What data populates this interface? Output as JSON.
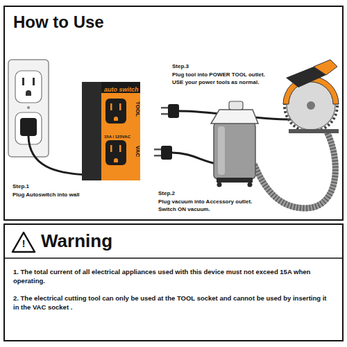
{
  "diagram": {
    "nodes": [
      {
        "text": [
          "How to Use"
        ]
      },
      {
        "text": [
          "auto switch",
          "TOOL",
          "15A / 125VAC",
          "VAC"
        ],
        "in": 0
      },
      {
        "text": [
          "Warning",
          "1. The total current of all electrical appliances used with this device must not exceed 15A when operating.",
          "2. The electrical cutting tool can only be used at the TOOL socket and cannot be used by inserting it in the VAC socket ."
        ]
      }
    ],
    "labels": [
      "Step.3",
      "Plug tool into POWER TOOL outlet. USE your power tools as normal.",
      "Step.1",
      "Plug Autoswitch into wall",
      "Step.2",
      "Plug vacuum into Accessory outlet. Switch ON vacuum.",
      "!"
    ]
  }
}
